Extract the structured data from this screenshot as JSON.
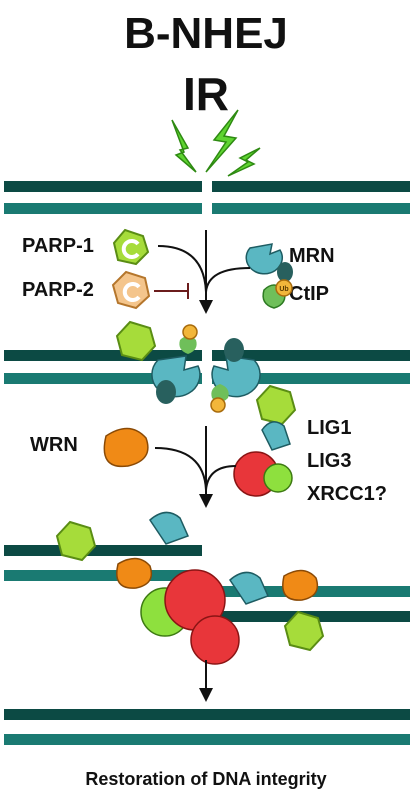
{
  "title": "B-NHEJ",
  "trigger": "IR",
  "step1": {
    "left_labels": [
      "PARP-1",
      "PARP-2"
    ],
    "right_labels": [
      "MRN",
      "CtIP"
    ],
    "ub_tag": "Ub"
  },
  "step2": {
    "left_label": "WRN",
    "right_labels": [
      "LIG1",
      "LIG3",
      "XRCC1?"
    ]
  },
  "footer": "Restoration of DNA integrity",
  "colors": {
    "dna_dark": "#0c4a44",
    "dna_teal": "#1a7a72",
    "lightning": "#5fd431",
    "parp": "#a6dc3a",
    "parp2": "#f4c58c",
    "mrn": "#5ab7c2",
    "mrn_dark": "#28605e",
    "ctip": "#6fbf5a",
    "ub": "#f2b63a",
    "wrn": "#f08a16",
    "lig": "#e8363a",
    "xrcc1": "#8ee03e"
  }
}
